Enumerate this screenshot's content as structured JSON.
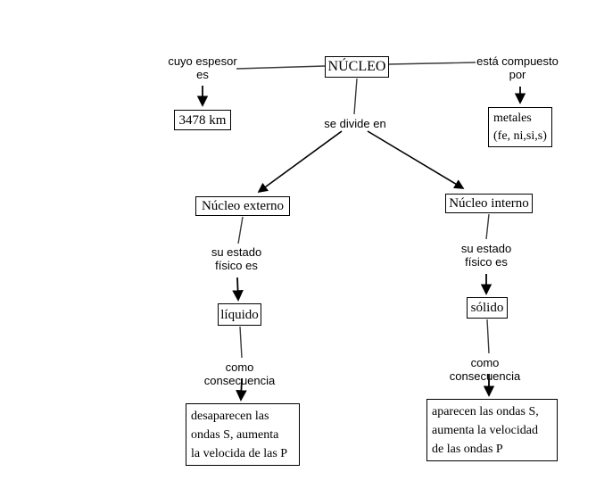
{
  "nodes": {
    "nucleo": "NÚCLEO",
    "espesor_valor": "3478 km",
    "metales": "metales\n(fe, ni,si,s)",
    "nucleo_externo": "Núcleo externo",
    "nucleo_interno": "Núcleo interno",
    "liquido": "líquido",
    "solido": "sólido",
    "consecuencia_externo": "desaparecen las\nondas S, aumenta\nla velocida de las P",
    "consecuencia_interno": "aparecen las ondas S,\naumenta la velocidad\nde las ondas P"
  },
  "links": {
    "cuyo_espesor": "cuyo espesor\nes",
    "esta_compuesto": "está compuesto\npor",
    "se_divide": "se divide en",
    "estado_fisico_externo": "su estado\nfísico es",
    "estado_fisico_interno": "su estado\nfísico es",
    "como_consecuencia_externo": "como consecuencia",
    "como_consecuencia_interno": "como consecuencia"
  },
  "colors": {
    "background": "#ffffff",
    "line": "#3a3a3a",
    "arrow": "#000000",
    "text": "#000000",
    "node_border": "#000000"
  }
}
